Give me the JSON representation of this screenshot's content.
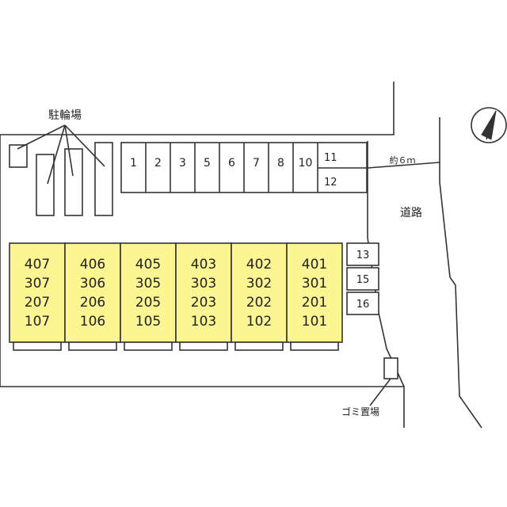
{
  "labels": {
    "bicycle_parking": "駐輪場",
    "road": "道路",
    "road_width": "約６ｍ",
    "garbage": "ゴミ置場"
  },
  "parking_top": [
    "1",
    "2",
    "3",
    "5",
    "6",
    "7",
    "8",
    "10"
  ],
  "parking_stack": [
    "11",
    "12"
  ],
  "parking_right": [
    "13",
    "15",
    "16"
  ],
  "buildings": [
    [
      "407",
      "307",
      "207",
      "107"
    ],
    [
      "406",
      "306",
      "206",
      "106"
    ],
    [
      "405",
      "305",
      "205",
      "105"
    ],
    [
      "403",
      "303",
      "203",
      "103"
    ],
    [
      "402",
      "302",
      "202",
      "102"
    ],
    [
      "401",
      "301",
      "201",
      "101"
    ]
  ],
  "colors": {
    "building_fill": "#fbf691",
    "line": "#333333"
  },
  "icons": {
    "compass": "north-arrow-icon"
  }
}
